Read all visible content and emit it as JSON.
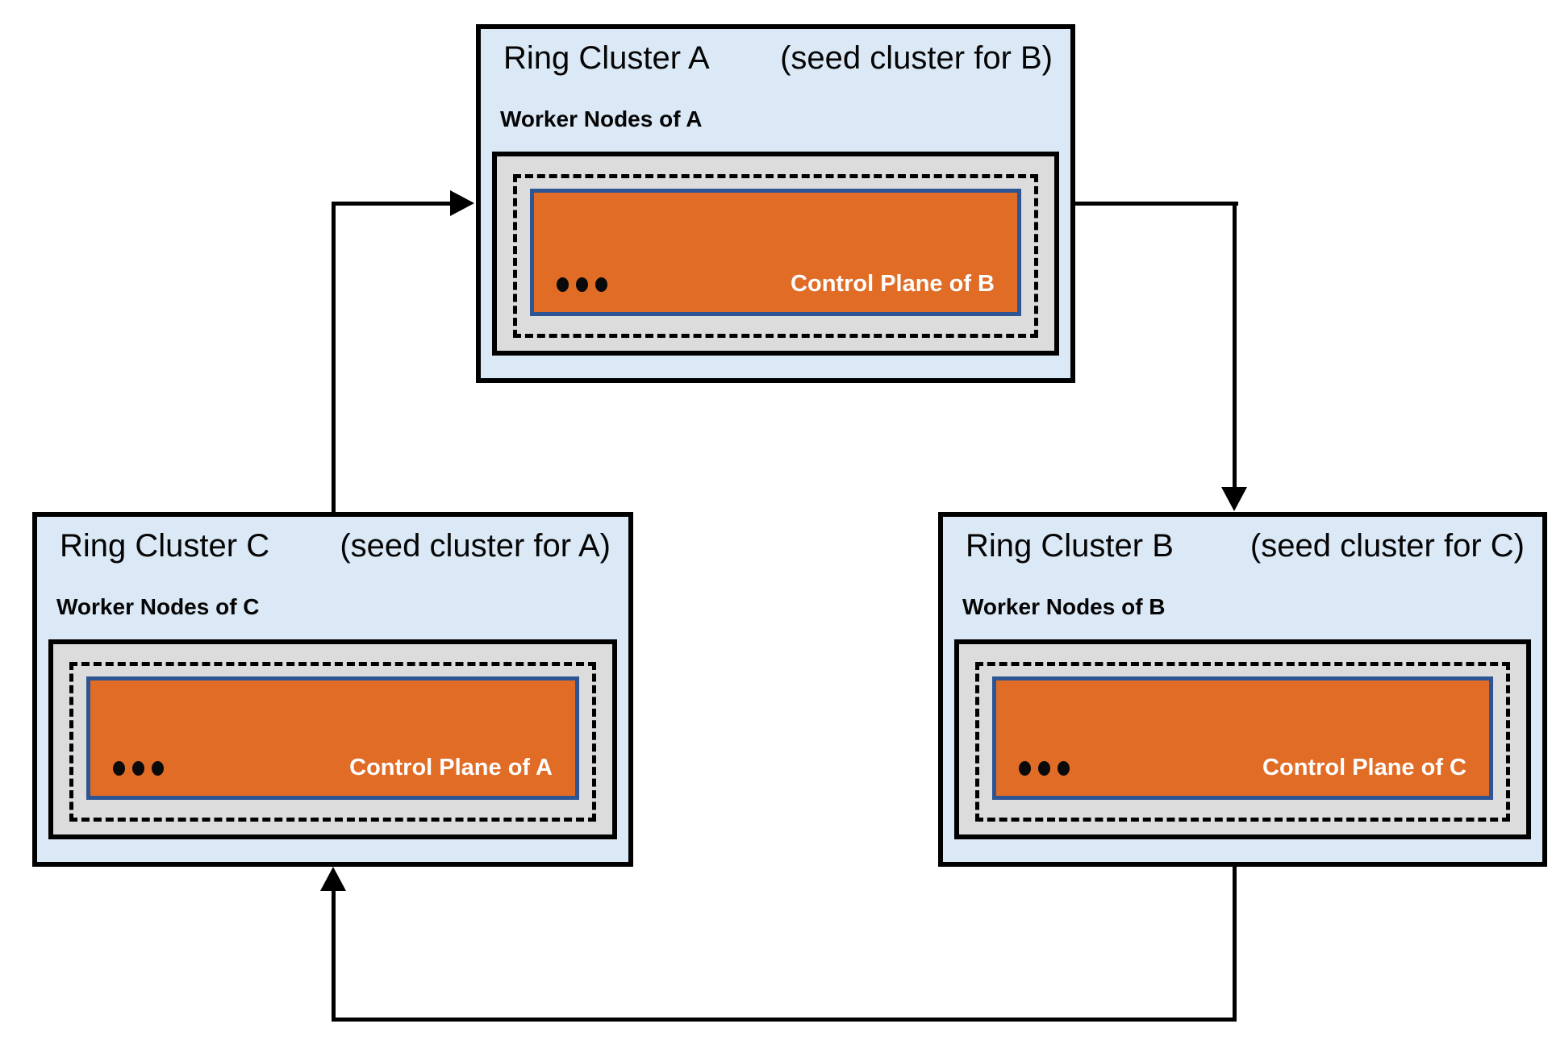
{
  "diagram": {
    "colors": {
      "cluster_fill": "#dbe8f5",
      "cluster_border": "#000000",
      "worker_box_fill": "#dcdcdc",
      "control_plane_fill": "#e06c26",
      "control_plane_border": "#2e5593",
      "control_plane_text": "#ffffff",
      "connector_line": "#000000"
    },
    "clusters": [
      {
        "id": "a",
        "name": "Ring Cluster A",
        "seed_note": "(seed cluster for B)",
        "worker_label": "Worker Nodes of A",
        "control_plane_label": "Control Plane of B",
        "ellipsis": "•••"
      },
      {
        "id": "b",
        "name": "Ring Cluster B",
        "seed_note": "(seed cluster for C)",
        "worker_label": "Worker Nodes of B",
        "control_plane_label": "Control Plane of C",
        "ellipsis": "•••"
      },
      {
        "id": "c",
        "name": "Ring Cluster C",
        "seed_note": "(seed cluster for A)",
        "worker_label": "Worker Nodes of C",
        "control_plane_label": "Control Plane of A",
        "ellipsis": "•••"
      }
    ],
    "connections": [
      {
        "from": "Ring Cluster C",
        "to": "Ring Cluster A"
      },
      {
        "from": "Ring Cluster A",
        "to": "Ring Cluster B"
      },
      {
        "from": "Ring Cluster B",
        "to": "Ring Cluster C"
      }
    ]
  }
}
